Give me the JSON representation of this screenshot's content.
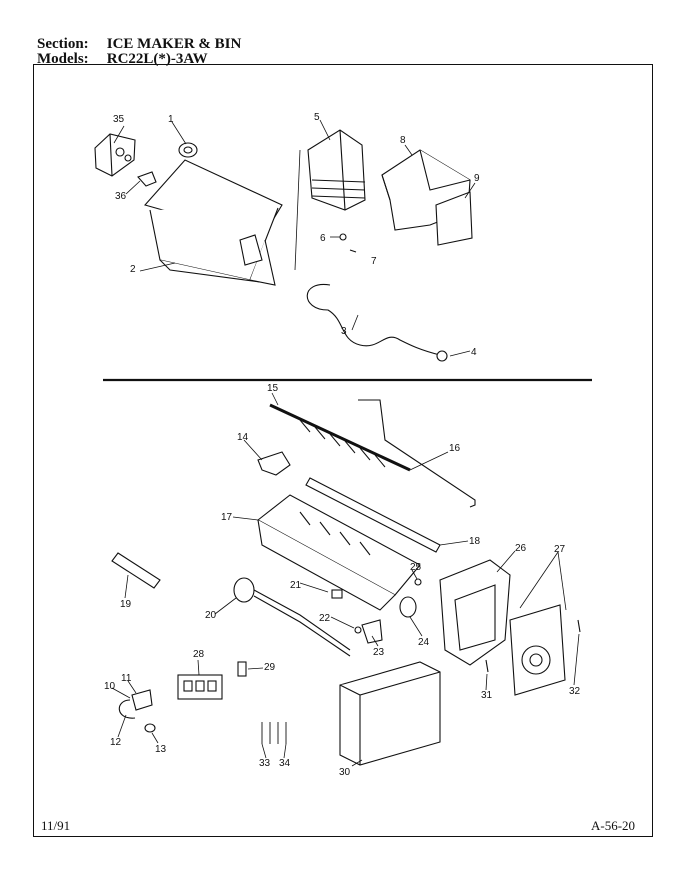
{
  "header": {
    "section_label": "Section:",
    "section_value": "ICE MAKER & BIN",
    "models_label": "Models:",
    "models_value": "RC22L(*)-3AW"
  },
  "parts": [
    "1",
    "2",
    "3",
    "4",
    "5",
    "6",
    "7",
    "8",
    "9",
    "10",
    "11",
    "12",
    "13",
    "14",
    "15",
    "16",
    "17",
    "18",
    "19",
    "20",
    "21",
    "22",
    "23",
    "24",
    "25",
    "26",
    "27",
    "28",
    "29",
    "30",
    "31",
    "32",
    "33",
    "34",
    "35",
    "36"
  ],
  "footer": {
    "date": "11/91",
    "page_code": "A-56-20"
  }
}
